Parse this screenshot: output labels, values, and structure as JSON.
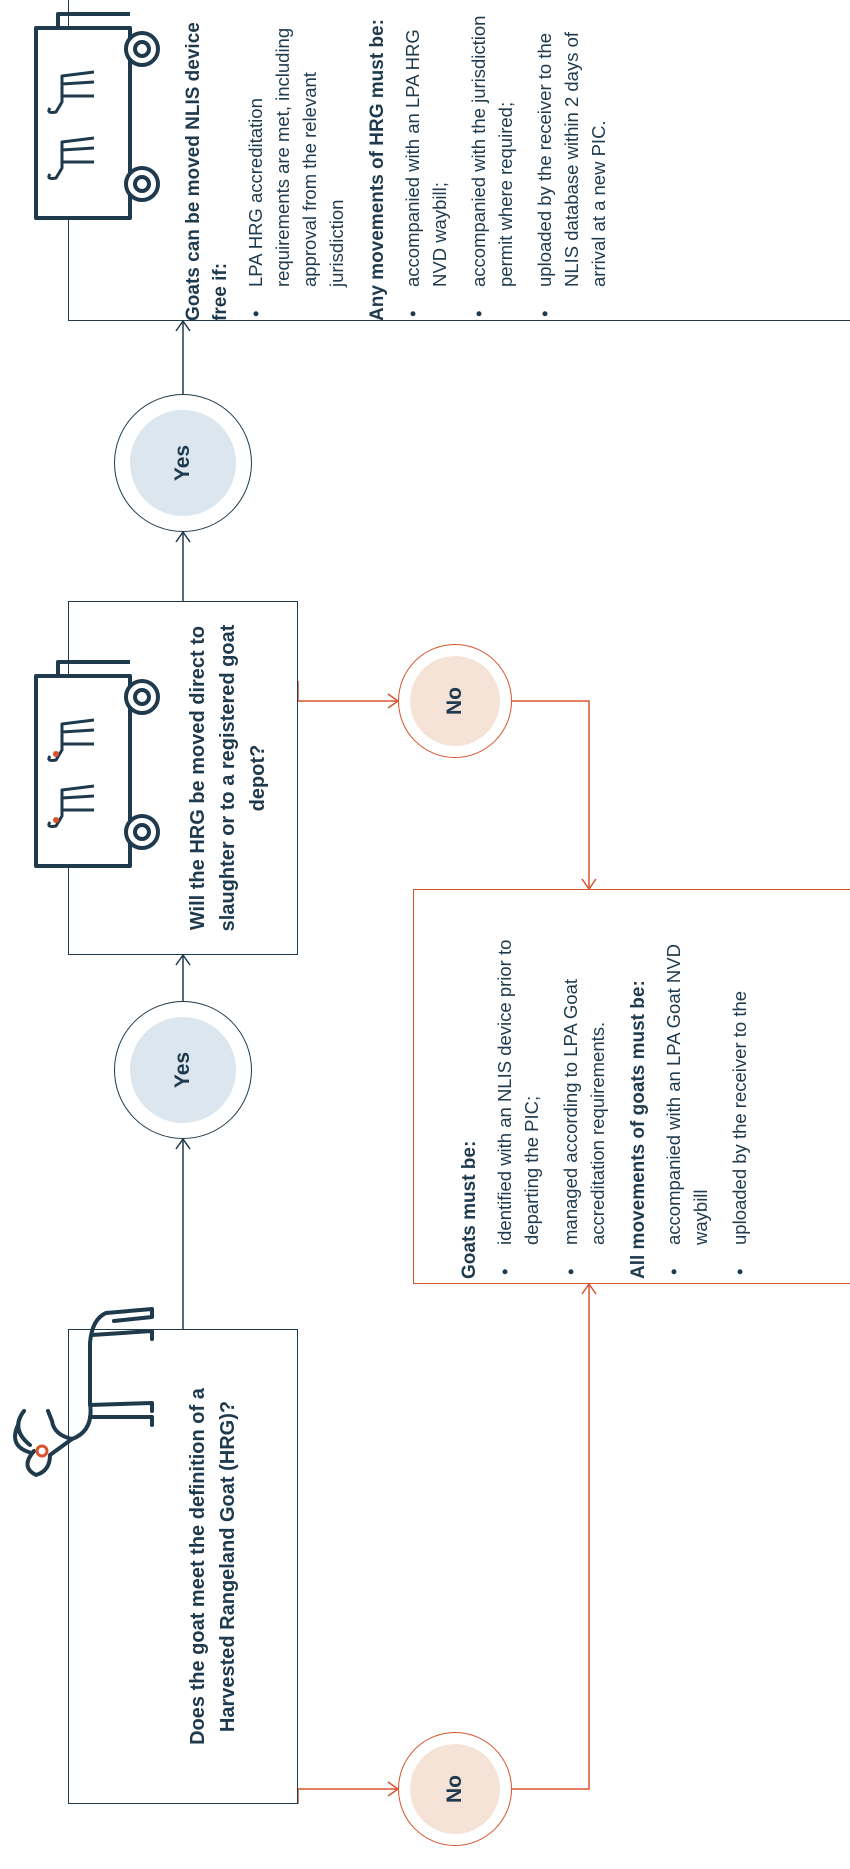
{
  "colors": {
    "navy": "#1f3a4d",
    "orange": "#d9532d",
    "yes_fill": "#dce6ef",
    "no_fill": "#f6e3d8"
  },
  "question1": {
    "text": "Does the goat meet the definition of a Harvested Rangeland Goat (HRG)?",
    "icon": "goat-icon"
  },
  "question2": {
    "text": "Will the HRG be moved direct to slaughter or to a registered goat depot?",
    "icon": "truck-with-goats-icon"
  },
  "decisions": {
    "yes1": "Yes",
    "no1": "No",
    "yes2": "Yes",
    "no2": "No"
  },
  "outcome_not_hrg": {
    "heading1": "Goats must be:",
    "items1": [
      "identified with an NLIS device prior to departing the PIC;",
      "managed according to LPA Goat accreditation requirements."
    ],
    "heading2": "All movements of goats must be:",
    "items2": [
      "accompanied with an LPA Goat NVD waybill",
      "uploaded by the receiver to the"
    ]
  },
  "outcome_hrg": {
    "heading1": "Goats can be moved NLIS device free if:",
    "items1": [
      "LPA HRG accreditation requirements are met, including approval from the relevant jurisdiction"
    ],
    "heading2": "Any movements of HRG must be:",
    "items2": [
      "accompanied with an LPA HRG NVD waybill;",
      "accompanied with the jurisdiction permit where required;",
      "uploaded by the receiver to the NLIS database within 2 days of arrival at a new PIC."
    ],
    "icon": "truck-with-goats-icon"
  }
}
